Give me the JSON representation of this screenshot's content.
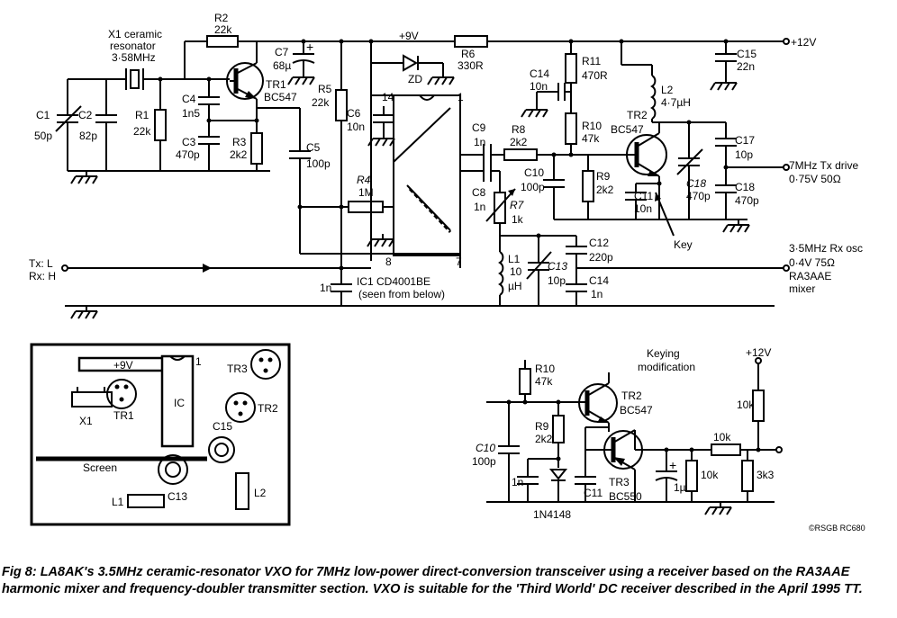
{
  "main_schematic": {
    "supply_9v": "+9V",
    "supply_12v": "+12V",
    "x1": [
      "X1 ceramic",
      "resonator",
      "3·58MHz"
    ],
    "c1": [
      "C1",
      "50p"
    ],
    "c2": [
      "C2",
      "82p"
    ],
    "r1": [
      "R1",
      "22k"
    ],
    "r2": [
      "R2",
      "22k"
    ],
    "c4": [
      "C4",
      "1n5"
    ],
    "c3": [
      "C3",
      "470p"
    ],
    "tr1": [
      "TR1",
      "BC547"
    ],
    "r3": [
      "R3",
      "2k2"
    ],
    "c7": [
      "C7",
      "68µ"
    ],
    "r5": [
      "R5",
      "22k"
    ],
    "zd": "ZD",
    "r6": [
      "R6",
      "330R"
    ],
    "c6": [
      "C6",
      "10n"
    ],
    "c5": [
      "C5",
      "100p"
    ],
    "r4": [
      "R4",
      "1M"
    ],
    "pin14": "14",
    "pin1": "1",
    "pin8": "8",
    "pin7": "7",
    "ic1": [
      "IC1 CD4001BE",
      "(seen from below)"
    ],
    "c_1n": "1n",
    "c9": [
      "C9",
      "1n"
    ],
    "c8": [
      "C8",
      "1n"
    ],
    "r8": [
      "R8",
      "2k2"
    ],
    "r7": [
      "R7",
      "1k"
    ],
    "c10": [
      "C10",
      "100p"
    ],
    "c14a": [
      "C14",
      "10n"
    ],
    "r11": [
      "R11",
      "470R"
    ],
    "r10": [
      "R10",
      "47k"
    ],
    "r9": [
      "R9",
      "2k2"
    ],
    "c11": [
      "C11",
      "10n"
    ],
    "l2": [
      "L2",
      "4·7µH"
    ],
    "tr2": [
      "TR2",
      "BC547"
    ],
    "c17": [
      "C17",
      "10p"
    ],
    "c18a": [
      "C18",
      "470p"
    ],
    "c18b": [
      "C18",
      "470p"
    ],
    "c15": [
      "C15",
      "22n"
    ],
    "key": "Key",
    "tx_out": [
      "7MHz Tx drive",
      "0·75V 50Ω"
    ],
    "rx_out": [
      "3·5MHz Rx osc",
      "0·4V 75Ω",
      "RA3AAE",
      "mixer"
    ],
    "l1": [
      "L1",
      "10",
      "µH"
    ],
    "c13": [
      "C13",
      "10p"
    ],
    "c12": [
      "C12",
      "220p"
    ],
    "c14b": [
      "C14",
      "1n"
    ],
    "txrx": [
      "Tx: L",
      "Rx: H"
    ]
  },
  "layout_panel": {
    "supply": "+9V",
    "pin1": "1",
    "ic": "IC",
    "x1": "X1",
    "tr1": "TR1",
    "tr3": "TR3",
    "tr2": "TR2",
    "c15": "C15",
    "screen": "Screen",
    "c13": "C13",
    "l1": "L1",
    "l2": "L2"
  },
  "keying": {
    "title": [
      "Keying",
      "modification"
    ],
    "supply": "+12V",
    "r10": [
      "R10",
      "47k"
    ],
    "r9": [
      "R9",
      "2k2"
    ],
    "c10": [
      "C10",
      "100p"
    ],
    "c_1n": "1n",
    "c11": "C11",
    "diode": "1N4148",
    "tr2": [
      "TR2",
      "BC547"
    ],
    "tr3": [
      "TR3",
      "BC550"
    ],
    "c_1u": "1µ",
    "r10k_a": "10k",
    "r10k_b": "10k",
    "r10k_c": "10k",
    "r3k3": "3k3"
  },
  "credit": "©RSGB RC680",
  "caption": "Fig 8: LA8AK's 3.5MHz ceramic-resonator VXO for 7MHz low-power direct-conversion transceiver using a receiver based on the RA3AAE harmonic mixer and frequency-doubler transmitter section. VXO is suitable for the 'Third World' DC receiver described in the April 1995 TT."
}
